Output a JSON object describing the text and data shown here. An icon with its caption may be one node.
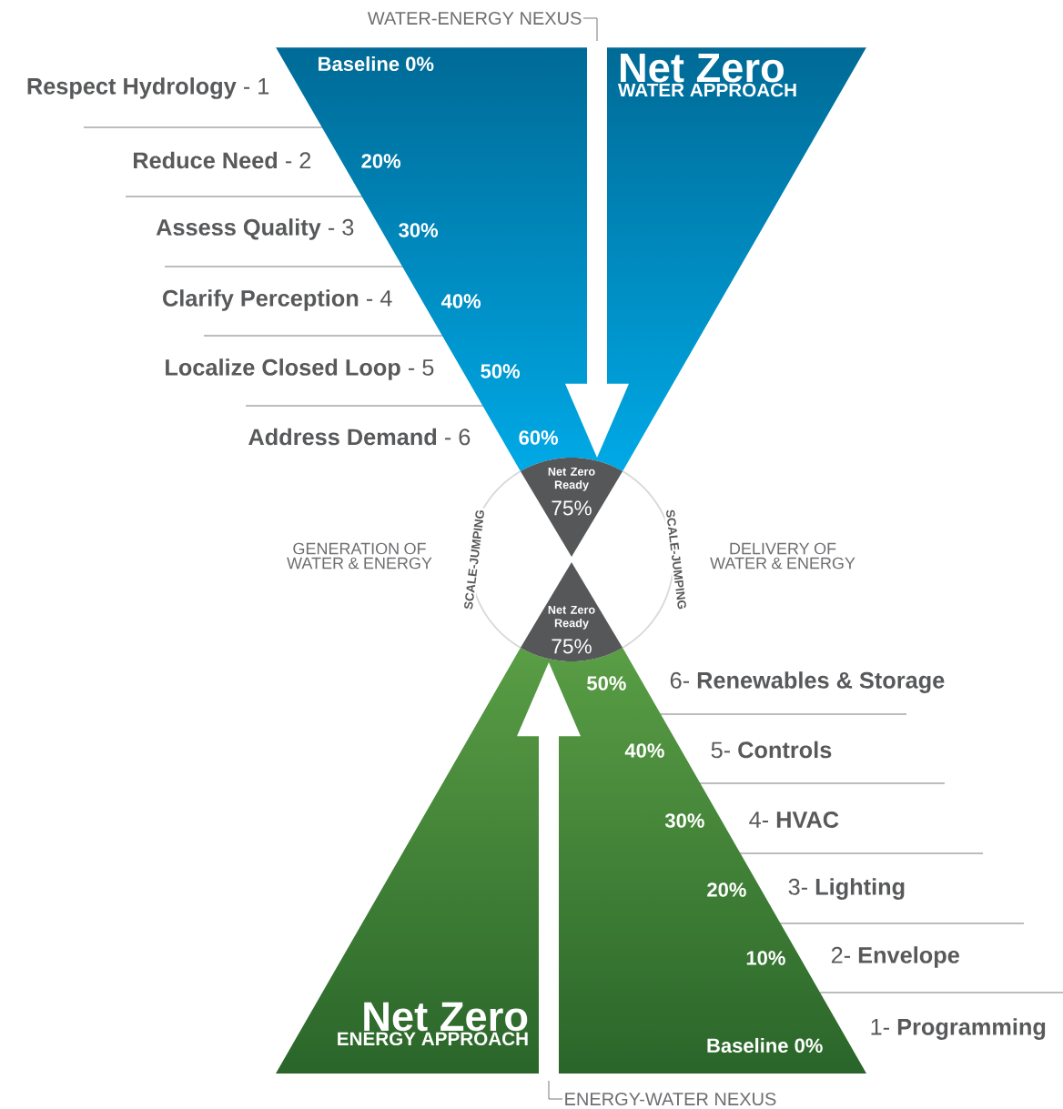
{
  "diagram": {
    "nodes": [
      {
        "text": [
          "WATER-ENERGY NEXUS"
        ]
      },
      {
        "text": [
          "Net Zero",
          "WATER APPROACH"
        ]
      },
      {
        "text": [
          "Net Zero Ready",
          "75%"
        ]
      },
      {
        "text": [
          "Net Zero Ready",
          "75%"
        ]
      },
      {
        "text": [
          "Net Zero",
          "ENERGY APPROACH"
        ]
      },
      {
        "text": [
          "ENERGY-WATER NEXUS"
        ]
      }
    ],
    "edges": [
      {
        "from": 0,
        "to": 2,
        "arrow": "to"
      },
      {
        "from": 5,
        "to": 3,
        "arrow": "to"
      }
    ],
    "labels": [
      "**Respect Hydrology** - 1",
      "Baseline 0%",
      "**Reduce Need** - 2",
      "20%",
      "**Assess Quality** - 3",
      "30%",
      "**Clarify Perception** - 4",
      "40%",
      "**Localize Closed Loop** - 5",
      "50%",
      "**Address Demand** - 6",
      "60%",
      "GENERATION OF WATER & ENERGY",
      "SCALE-JUMPING",
      "SCALE-JUMPING",
      "DELIVERY OF WATER & ENERGY",
      "50%",
      "6- **Renewables & Storage**",
      "40%",
      "5- **Controls**",
      "30%",
      "4- **HVAC**",
      "20%",
      "3- **Lighting**",
      "10%",
      "2- **Envelope**",
      "Baseline 0%",
      "1- **Programming**"
    ]
  }
}
